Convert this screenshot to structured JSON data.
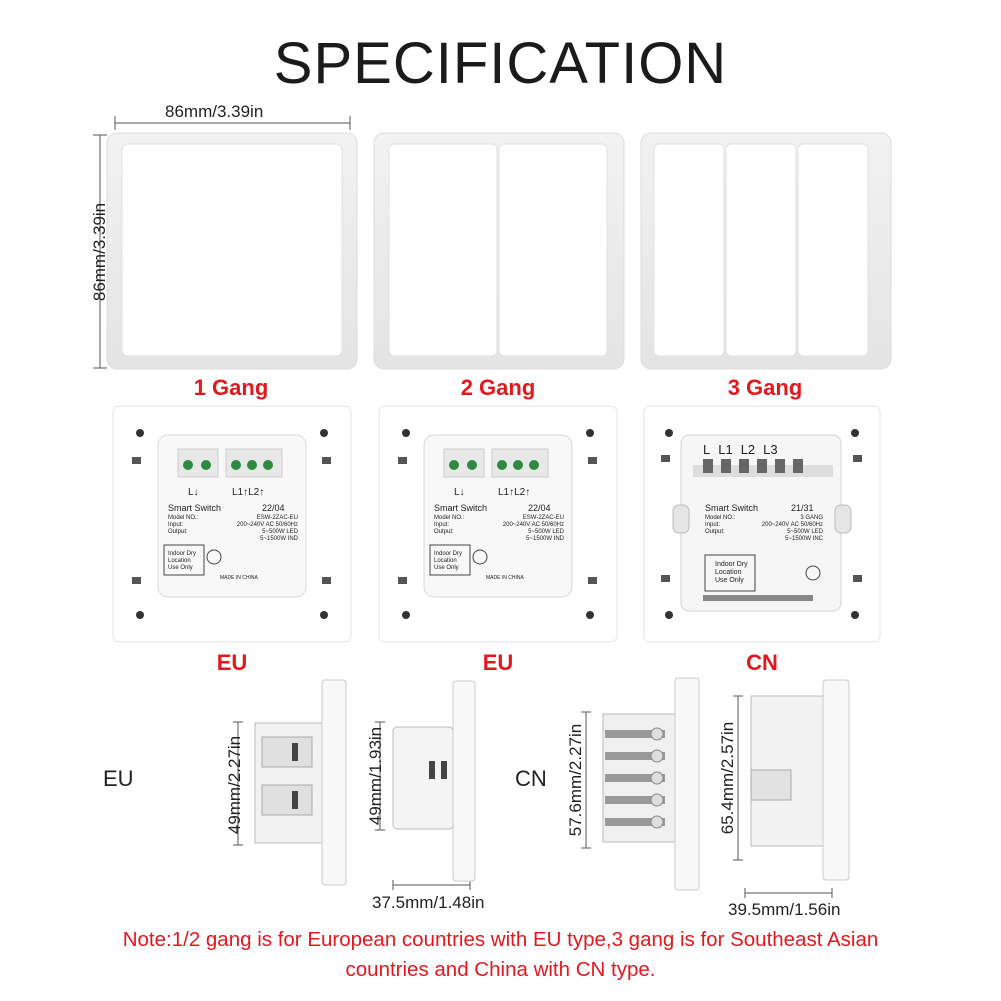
{
  "title": "SPECIFICATION",
  "dimensions": {
    "width": "86mm/3.39in",
    "height": "86mm/3.39in",
    "eu_side_height": "49mm/2.27in",
    "eu_depth_height": "49mm/1.93in",
    "eu_depth": "37.5mm/1.48in",
    "cn_side_height": "57.6mm/2.27in",
    "cn_depth_height": "65.4mm/2.57in",
    "cn_depth": "39.5mm/1.56in"
  },
  "front_labels": [
    "1 Gang",
    "2 Gang",
    "3 Gang"
  ],
  "back_labels": [
    "EU",
    "EU",
    "CN"
  ],
  "side_labels": {
    "eu": "EU",
    "cn": "CN"
  },
  "back_module_eu": {
    "terminal_left": "L↓",
    "terminal_right": "L1↑L2↑",
    "product": "Smart Switch",
    "date": "22/04",
    "model_key": "Model NO.:",
    "model_val": "ESW-2ZAC-EU",
    "input_key": "Input:",
    "input_val": "200~240V AC 50/60Hz",
    "output_key": "Output:",
    "output_val1": "5~500W LED",
    "output_val2": "5~1500W IND",
    "indoor": [
      "Indoor Dry",
      "Location",
      "Use Only"
    ],
    "made_in": "MADE IN CHINA"
  },
  "back_module_cn": {
    "terminals": [
      "L",
      "L1",
      "L2",
      "L3"
    ],
    "product": "Smart Switch",
    "date": "21/31",
    "model_key": "Model NO.:",
    "model_val": "3 GANG",
    "input_key": "Input:",
    "input_val": "200~240V AC 50/60Hz",
    "output_key": "Output:",
    "output_val1": "5~500W LED",
    "output_val2": "5~1500W INC",
    "indoor": [
      "Indoor Dry",
      "Location",
      "Use Only"
    ]
  },
  "note": {
    "line1": "Note:1/2 gang is for European countries with EU type,3 gang is for Southeast Asian",
    "line2": "countries and China with CN type."
  },
  "colors": {
    "accent_red": "#e3181f",
    "panel": "#ffffff",
    "frame": "#ececec"
  }
}
